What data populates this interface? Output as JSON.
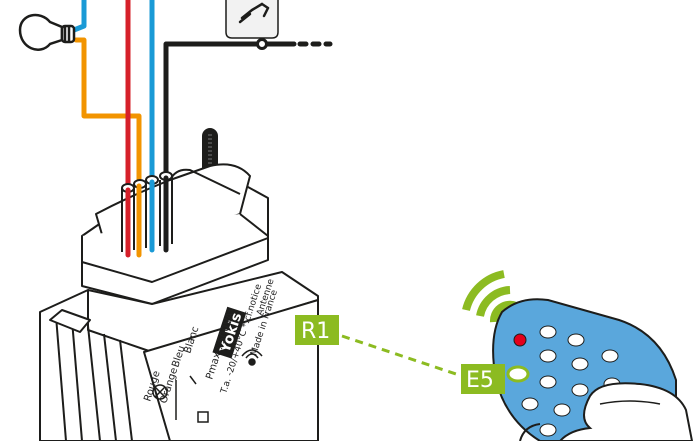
{
  "module": {
    "brand": "Yokis",
    "origin": "Made in France",
    "power": "Pmax : 500VA*",
    "temp": "T.a. -20/+40°C *:cf.notice",
    "antenna_label": "Antenne",
    "wire_labels": [
      "Blanc",
      "Bleu",
      "Orange",
      "Rouge"
    ]
  },
  "remote": {
    "tag_r1": "R1",
    "tag_e5": "E5"
  },
  "colors": {
    "red_wire": "#d6202a",
    "blue_wire": "#1a9ad6",
    "orange_wire": "#f29400",
    "black_wire": "#1d1d1b",
    "remote_blue": "#5aa7dc",
    "tag_green": "#8cbb21",
    "signal_green": "#8cbb21"
  },
  "icons": [
    "light-bulb-icon",
    "wall-switch-icon",
    "antenna-icon",
    "wifi-signal-icon",
    "hand-icon"
  ]
}
